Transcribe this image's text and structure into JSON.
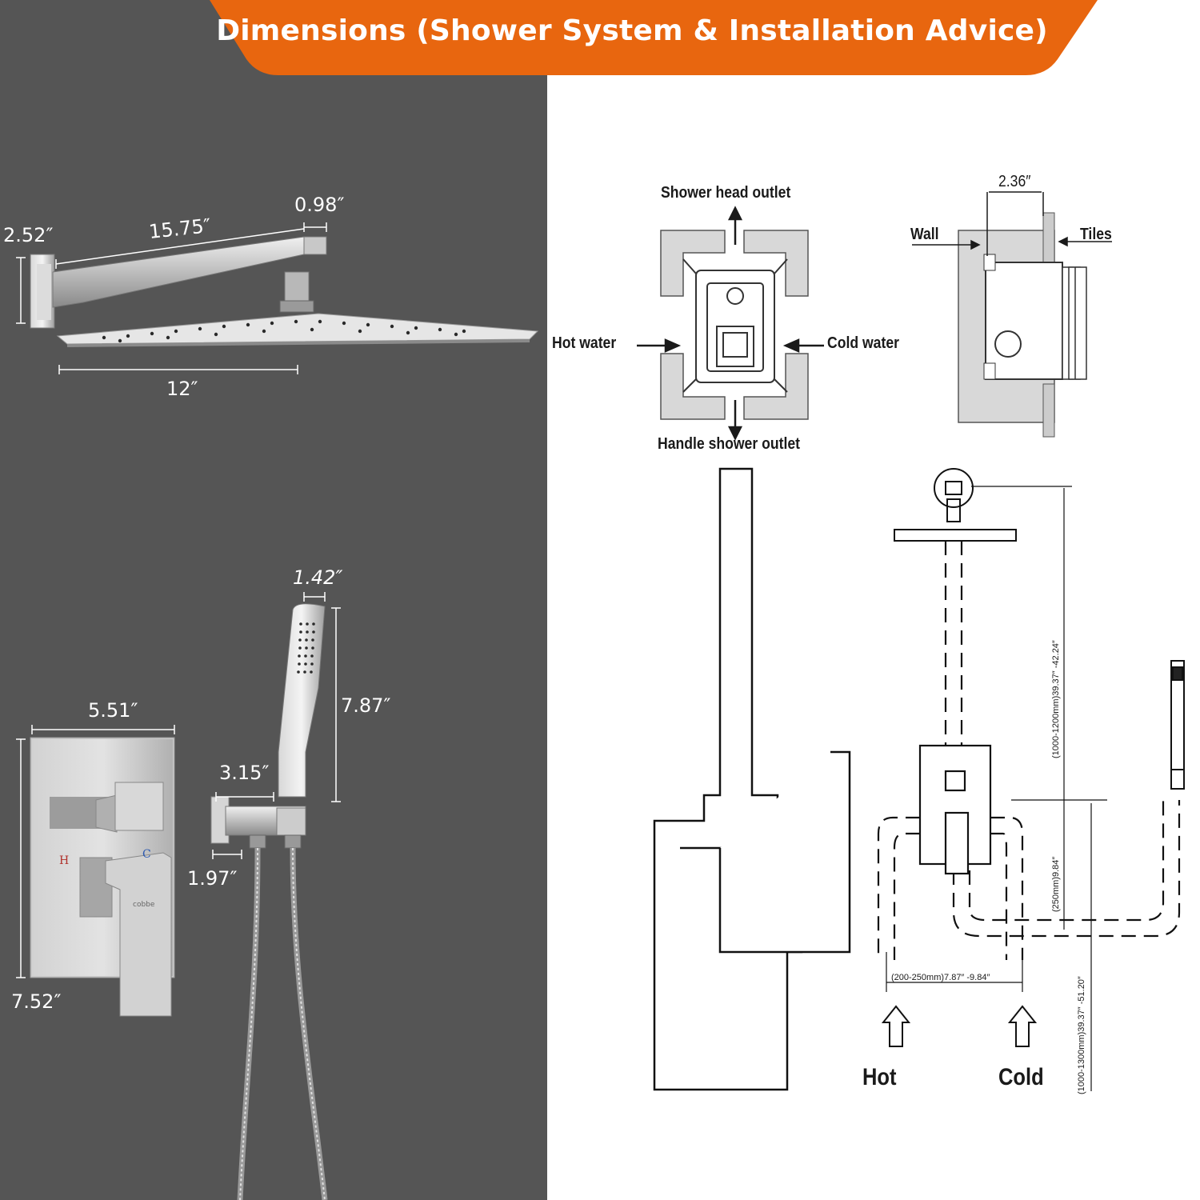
{
  "banner": {
    "title": "Dimensions (Shower System & Installation Advice)",
    "color": "#e8660f"
  },
  "shower_head": {
    "height": "2.52″",
    "arm_length": "15.75″",
    "arm_width": "0.98″",
    "head_width": "12″"
  },
  "handheld": {
    "width": "1.42″",
    "length": "7.87″",
    "holder_width": "3.15″",
    "holder_height": "1.97″"
  },
  "valve": {
    "width": "5.51″",
    "height": "7.52″",
    "hot_mark": "H",
    "cold_mark": "C",
    "brand": "cobbe"
  },
  "valve_diagram": {
    "top_outlet": "Shower head outlet",
    "bottom_outlet": "Handle shower outlet",
    "hot_inlet": "Hot water",
    "cold_inlet": "Cold water"
  },
  "side_diagram": {
    "depth": "2.36″",
    "wall": "Wall",
    "tiles": "Tiles"
  },
  "install_diagram": {
    "hot": "Hot",
    "cold": "Cold",
    "inlet_spacing": "(200-250mm)7.87″ -9.84″",
    "head_height": "(1000-1200mm)39.37″ -42.24″",
    "valve_offset": "(250mm)9.84″",
    "valve_height": "(1000-1300mm)39.37″ -51.20″"
  }
}
